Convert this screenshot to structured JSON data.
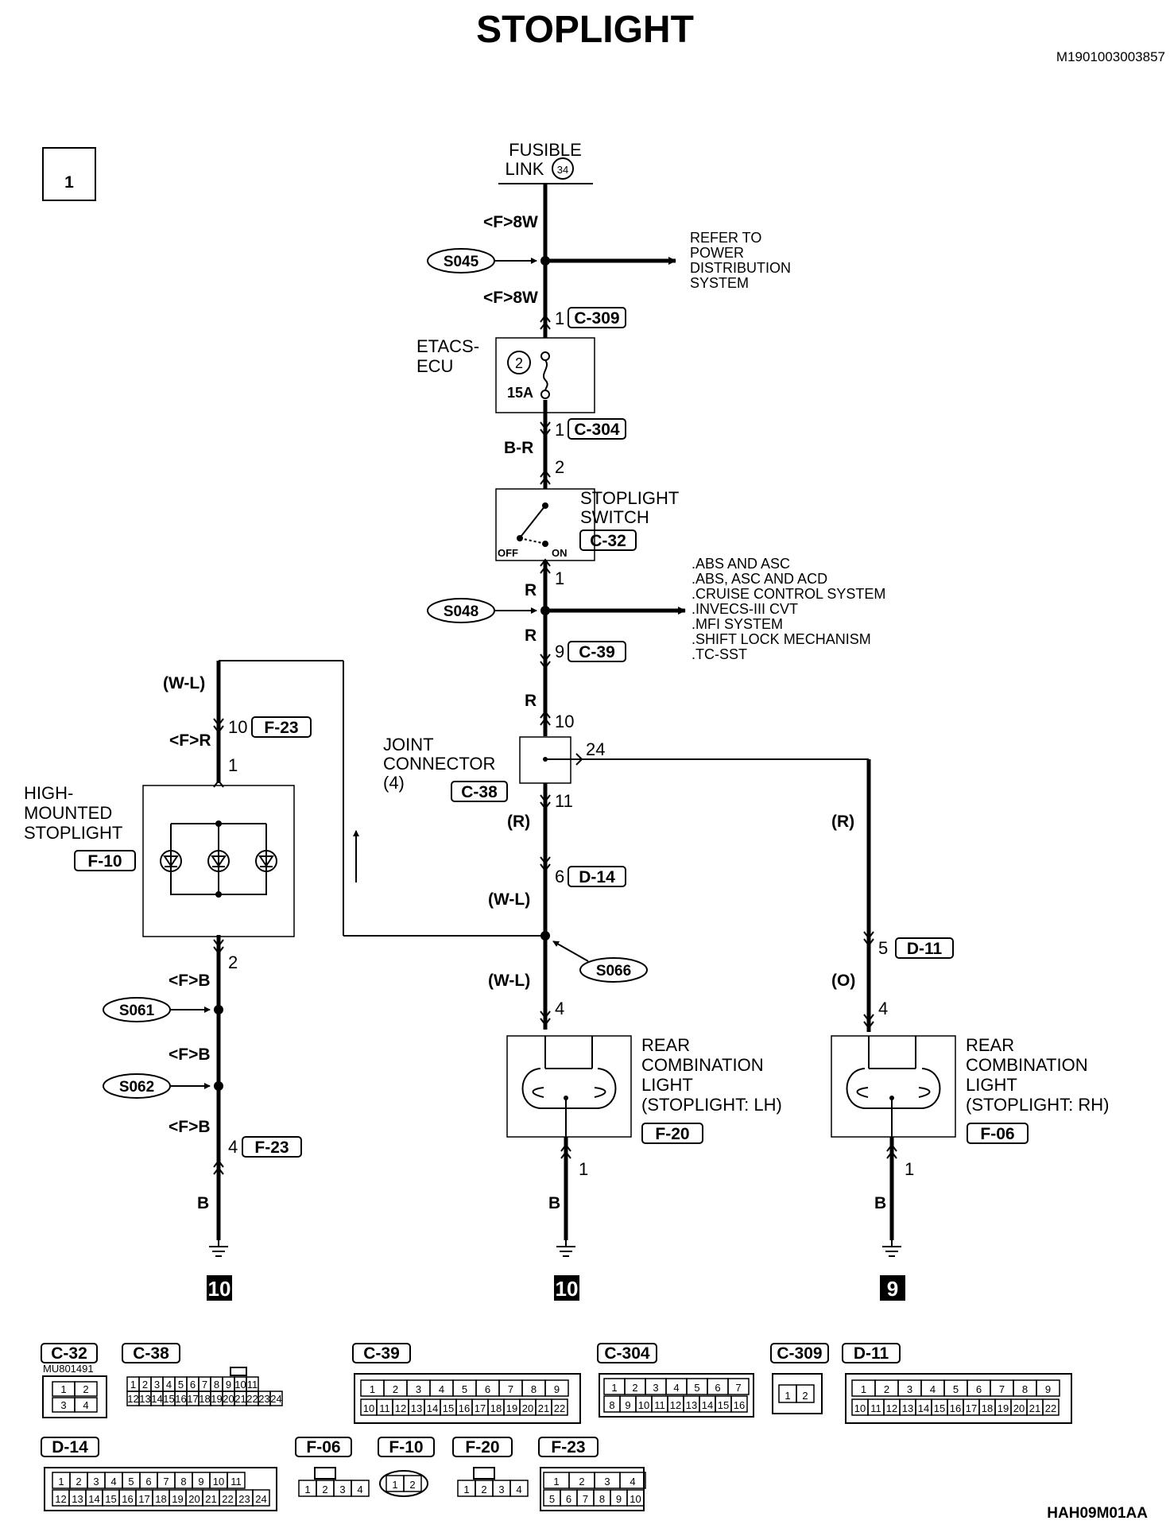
{
  "header": {
    "title": "STOPLIGHT",
    "doc_code": "M1901003003857",
    "figure_code": "HAH09M01AA",
    "page_number": "1"
  },
  "power": {
    "line1": "FUSIBLE",
    "line2": "LINK",
    "fuse_number": "34"
  },
  "refer": {
    "lines": [
      "REFER TO",
      "POWER",
      "DISTRIBUTION",
      "SYSTEM"
    ]
  },
  "splices": {
    "s045": "S045",
    "s048": "S048",
    "s061": "S061",
    "s062": "S062",
    "s066": "S066"
  },
  "systems": [
    ".ABS AND ASC",
    ".ABS, ASC AND ACD",
    ".CRUISE CONTROL SYSTEM",
    ".INVECS-III CVT",
    ".MFI SYSTEM",
    ".SHIFT LOCK MECHANISM",
    ".TC-SST"
  ],
  "etacs": {
    "line1": "ETACS-",
    "line2": "ECU",
    "fuse_no": "2",
    "rating": "15A"
  },
  "switch": {
    "line1": "STOPLIGHT",
    "line2": "SWITCH",
    "off": "OFF",
    "on": "ON"
  },
  "joint": {
    "line1": "JOINT",
    "line2": "CONNECTOR",
    "line3": "(4)"
  },
  "hmsl": {
    "line1": "HIGH-",
    "line2": "MOUNTED",
    "line3": "STOPLIGHT"
  },
  "rear_lh": {
    "line1": "REAR",
    "line2": "COMBINATION",
    "line3": "LIGHT",
    "line4": "(STOPLIGHT: LH)"
  },
  "rear_rh": {
    "line1": "REAR",
    "line2": "COMBINATION",
    "line3": "LIGHT",
    "line4": "(STOPLIGHT: RH)"
  },
  "wires": {
    "f8w_a": "<F>8W",
    "f8w_b": "<F>8W",
    "br": "B-R",
    "r1": "R",
    "r2": "R",
    "r3": "R",
    "r_paren_c": "(R)",
    "r_paren_r": "(R)",
    "wl_left": "(W-L)",
    "fr": "<F>R",
    "wl_mid1": "(W-L)",
    "wl_mid2": "(W-L)",
    "o_paren": "(O)",
    "fb1": "<F>B",
    "fb2": "<F>B",
    "fb3": "<F>B",
    "b_left": "B",
    "b_mid": "B",
    "b_right": "B"
  },
  "pins": {
    "c309": "1",
    "c304": "1",
    "sw_top": "2",
    "sw_bot": "1",
    "c39": "9",
    "jc_in": "10",
    "jc_out": "24",
    "jc_down": "11",
    "d14": "6",
    "rl_lh": "4",
    "gnd_lh": "1",
    "d11": "5",
    "rl_rh": "4",
    "gnd_rh": "1",
    "f23_top": "10",
    "hmsl_top": "1",
    "hmsl_bot": "2",
    "f23_bot": "4"
  },
  "connectors": {
    "c309": "C-309",
    "c304": "C-304",
    "c32": "C-32",
    "c39": "C-39",
    "c38": "C-38",
    "d14": "D-14",
    "d11": "D-11",
    "f23a": "F-23",
    "f10": "F-10",
    "f20": "F-20",
    "f06": "F-06",
    "f23b": "F-23"
  },
  "grounds": {
    "left": "10",
    "mid": "10",
    "right": "9"
  },
  "connector_views": {
    "c32": {
      "label": "C-32",
      "part": "MU801491",
      "top_row": [
        "1",
        "2"
      ],
      "bottom_row": [
        "3",
        "4"
      ]
    },
    "c38": {
      "label": "C-38",
      "top_row": [
        "1",
        "2",
        "3",
        "4",
        "5",
        "6",
        "7",
        "8",
        "9",
        "10",
        "11"
      ],
      "bottom_row": [
        "12",
        "13",
        "14",
        "15",
        "16",
        "17",
        "18",
        "19",
        "20",
        "21",
        "22",
        "23",
        "24"
      ]
    },
    "c39": {
      "label": "C-39",
      "top_row": [
        "1",
        "2",
        "3",
        "4",
        "5",
        "6",
        "7",
        "8",
        "9"
      ],
      "bottom_row": [
        "10",
        "11",
        "12",
        "13",
        "14",
        "15",
        "16",
        "17",
        "18",
        "19",
        "20",
        "21",
        "22"
      ]
    },
    "c304": {
      "label": "C-304",
      "top_row": [
        "1",
        "2",
        "3",
        "4",
        "5",
        "6",
        "7"
      ],
      "bottom_row": [
        "8",
        "9",
        "10",
        "11",
        "12",
        "13",
        "14",
        "15",
        "16"
      ]
    },
    "c309": {
      "label": "C-309",
      "top_row": [
        "1",
        "2"
      ]
    },
    "d11": {
      "label": "D-11",
      "top_row": [
        "1",
        "2",
        "3",
        "4",
        "5",
        "6",
        "7",
        "8",
        "9"
      ],
      "bottom_row": [
        "10",
        "11",
        "12",
        "13",
        "14",
        "15",
        "16",
        "17",
        "18",
        "19",
        "20",
        "21",
        "22"
      ]
    },
    "d14": {
      "label": "D-14",
      "top_row": [
        "1",
        "2",
        "3",
        "4",
        "5",
        "6",
        "7",
        "8",
        "9",
        "10",
        "11"
      ],
      "bottom_row": [
        "12",
        "13",
        "14",
        "15",
        "16",
        "17",
        "18",
        "19",
        "20",
        "21",
        "22",
        "23",
        "24"
      ]
    },
    "f06": {
      "label": "F-06",
      "top_row": [
        "1",
        "2",
        "3",
        "4"
      ]
    },
    "f10": {
      "label": "F-10",
      "top_row": [
        "1",
        "2"
      ]
    },
    "f20": {
      "label": "F-20",
      "top_row": [
        "1",
        "2",
        "3",
        "4"
      ]
    },
    "f23": {
      "label": "F-23",
      "top_row": [
        "1",
        "2",
        "3",
        "4"
      ],
      "bottom_row": [
        "5",
        "6",
        "7",
        "8",
        "9",
        "10"
      ]
    }
  }
}
